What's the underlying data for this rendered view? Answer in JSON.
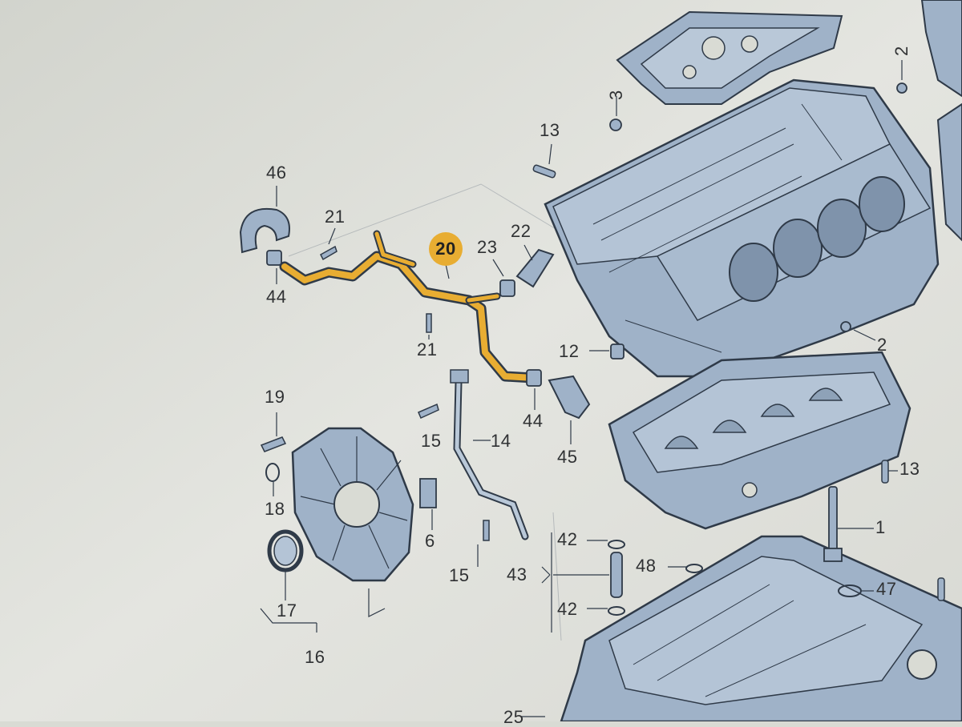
{
  "highlight_color": "#e8ad32",
  "part_fill": "#9fb2c8",
  "part_stroke": "#2f3a48",
  "highlighted_part": "20",
  "callouts": {
    "c1": "1",
    "c2a": "2",
    "c2b": "2",
    "c3": "3",
    "c6": "6",
    "c12": "12",
    "c13a": "13",
    "c13b": "13",
    "c14": "14",
    "c15a": "15",
    "c15b": "15",
    "c16": "16",
    "c17": "17",
    "c18": "18",
    "c19": "19",
    "c20": "20",
    "c21a": "21",
    "c21b": "21",
    "c22": "22",
    "c23": "23",
    "c25": "25",
    "c42a": "42",
    "c42b": "42",
    "c43": "43",
    "c44a": "44",
    "c44b": "44",
    "c45": "45",
    "c46": "46",
    "c47": "47",
    "c48": "48"
  }
}
